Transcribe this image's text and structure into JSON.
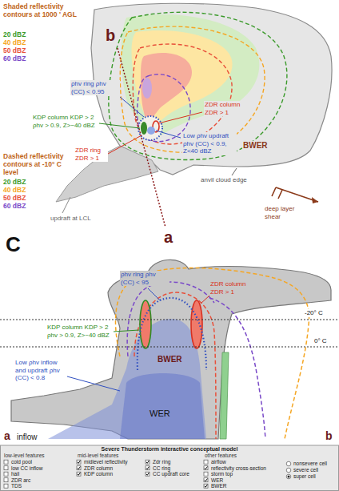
{
  "diagram": {
    "nodes": [
      {
        "text": [
          "Severe Thunderstorm interactive conceptual model"
        ]
      }
    ],
    "labels": [
      "Shaded reflectivity contours at 1000 ' AGL",
      "b",
      "ρhv ring ρhv (CC) < 0.95",
      "ZDR column ZDR > 1",
      "KDP column KDP > 2 ρhv > 0.9, Z>~40 dBZ",
      "BWER",
      "Low ρhv updraft ρhv (CC) < 0.9, Z<40 dBZ",
      "ZDR ring ZDR > 1",
      "Dashed reflectivity contours at -10° C level",
      "anvil cloud edge",
      "deep layer shear",
      "a",
      "updraft at LCL",
      "C",
      "ρhv ring ρhv (CC) < 95",
      "ZDR column ZDR > 1",
      "-20° C",
      "KDP column KDP > 2 ρhv > 0.9, Z>~40 dBZ",
      "0° C",
      "BWER",
      "Low ρhv inflow and updraft ρhv (CC) < 0.8",
      "WER",
      "inflow",
      "a",
      "b",
      "low-level features",
      "cold pool",
      "low CC inflow",
      "hail",
      "ZDR arc",
      "TDS",
      "mid-level features",
      "midlevel reflectivity",
      "ZDR column",
      "KDP column",
      "Zdr ring",
      "CC ring",
      "CC updraft core",
      "other features",
      "airflow",
      "reflectivity cross-section",
      "storm top",
      "WER",
      "BWER",
      "nonsevere cell",
      "severe cell",
      "super cell"
    ],
    "legend": [
      {
        "text": "20 dBZ",
        "color": "#3a9a2a"
      },
      {
        "text": "40 dBZ",
        "color": "#f5a623"
      },
      {
        "text": "50 dBZ",
        "color": "#e8503a"
      },
      {
        "text": "60 dBZ",
        "color": "#7a4ac8"
      },
      {
        "text": "20 dBZ",
        "color": "#3a9a2a"
      },
      {
        "text": "40 dBZ",
        "color": "#f5a623"
      },
      {
        "text": "50 dBZ",
        "color": "#e8503a"
      },
      {
        "text": "60 dBZ",
        "color": "#7a4ac8"
      }
    ]
  }
}
